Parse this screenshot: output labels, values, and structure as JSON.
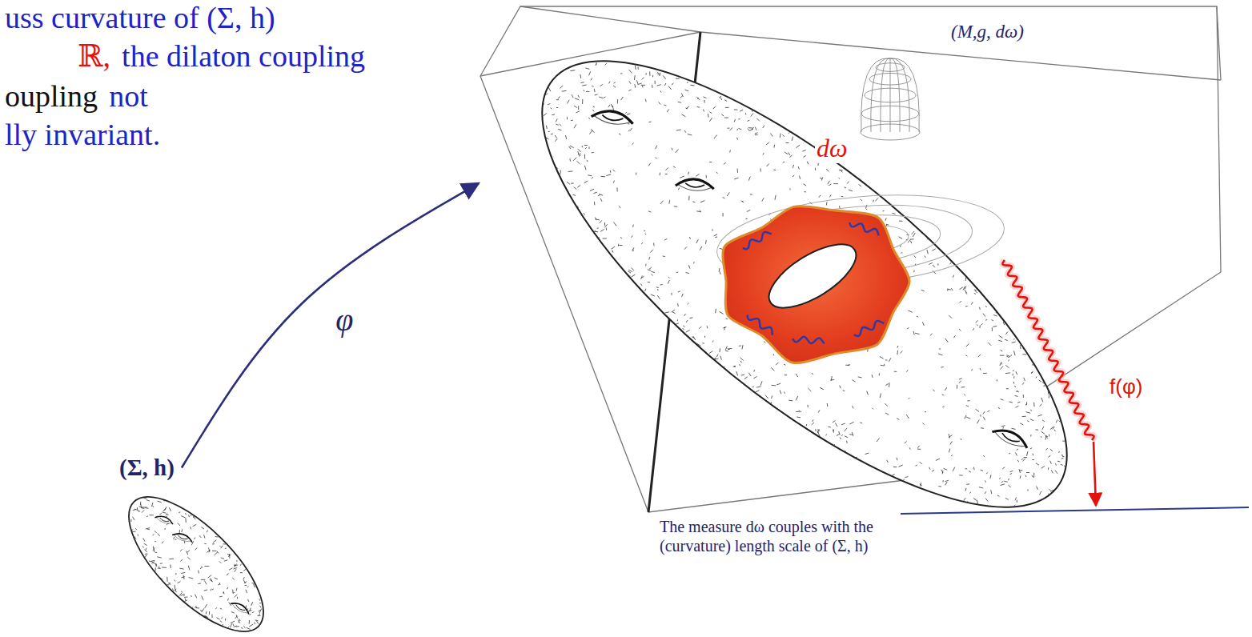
{
  "diagram": {
    "nodes": [
      {
        "text": [
          "(M,g, dω)"
        ]
      },
      {
        "text": [
          "(Σ, h)"
        ]
      }
    ],
    "edges": [
      {
        "from": 1,
        "to": 0,
        "arrow": "to",
        "label": "φ"
      }
    ],
    "labels": [
      "uss curvature of (Σ, h)",
      "ℝ,",
      "the dilaton coupling",
      "oupling",
      "not",
      "lly invariant.",
      "dω",
      "f(φ)",
      "The measure dω couples with the (curvature) length scale of (Σ, h)"
    ]
  }
}
